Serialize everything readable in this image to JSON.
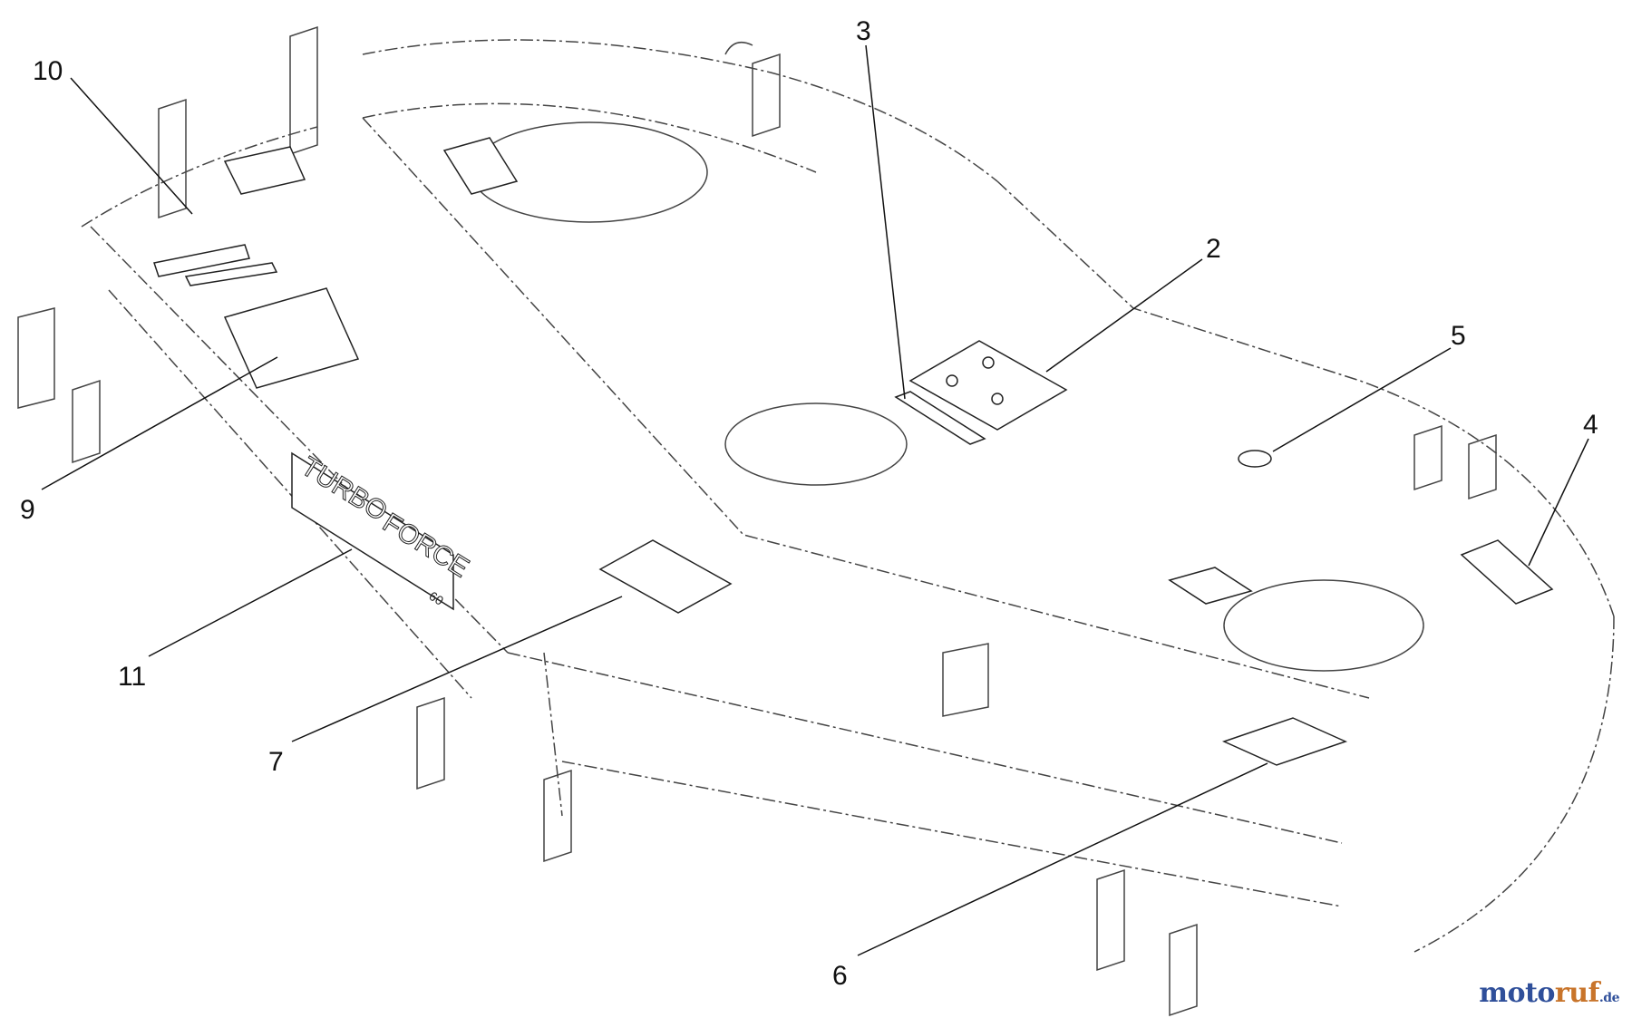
{
  "diagram": {
    "callouts": [
      {
        "id": "1",
        "label": "10"
      },
      {
        "id": "2",
        "label": "3"
      },
      {
        "id": "3",
        "label": "2"
      },
      {
        "id": "4",
        "label": "5"
      },
      {
        "id": "5",
        "label": "4"
      },
      {
        "id": "6",
        "label": "9"
      },
      {
        "id": "7",
        "label": "11"
      },
      {
        "id": "8",
        "label": "7"
      },
      {
        "id": "9",
        "label": "6"
      }
    ],
    "decal_text": {
      "turbo": "TURBO",
      "force": "FORCE",
      "size": "60"
    }
  },
  "watermark": {
    "part_a": "moto",
    "part_b": "ruf",
    "part_c": ".de"
  },
  "colors": {
    "line": "#333333",
    "background": "#ffffff"
  }
}
